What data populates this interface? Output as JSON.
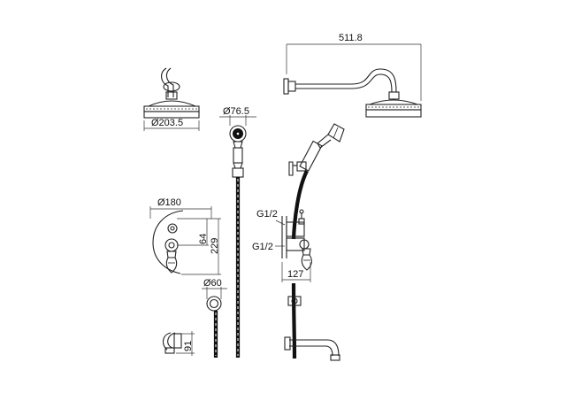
{
  "dimensions": {
    "arm_length": "511.8",
    "head_diameter": "Ø203.5",
    "handshower_diameter": "Ø76.5",
    "plate_diameter": "Ø180",
    "plate_offset": "64",
    "plate_height": "229",
    "outlet_diameter": "Ø60",
    "spout_height": "91",
    "thread_upper": "G1/2",
    "thread_lower": "G1/2",
    "valve_depth": "127"
  }
}
